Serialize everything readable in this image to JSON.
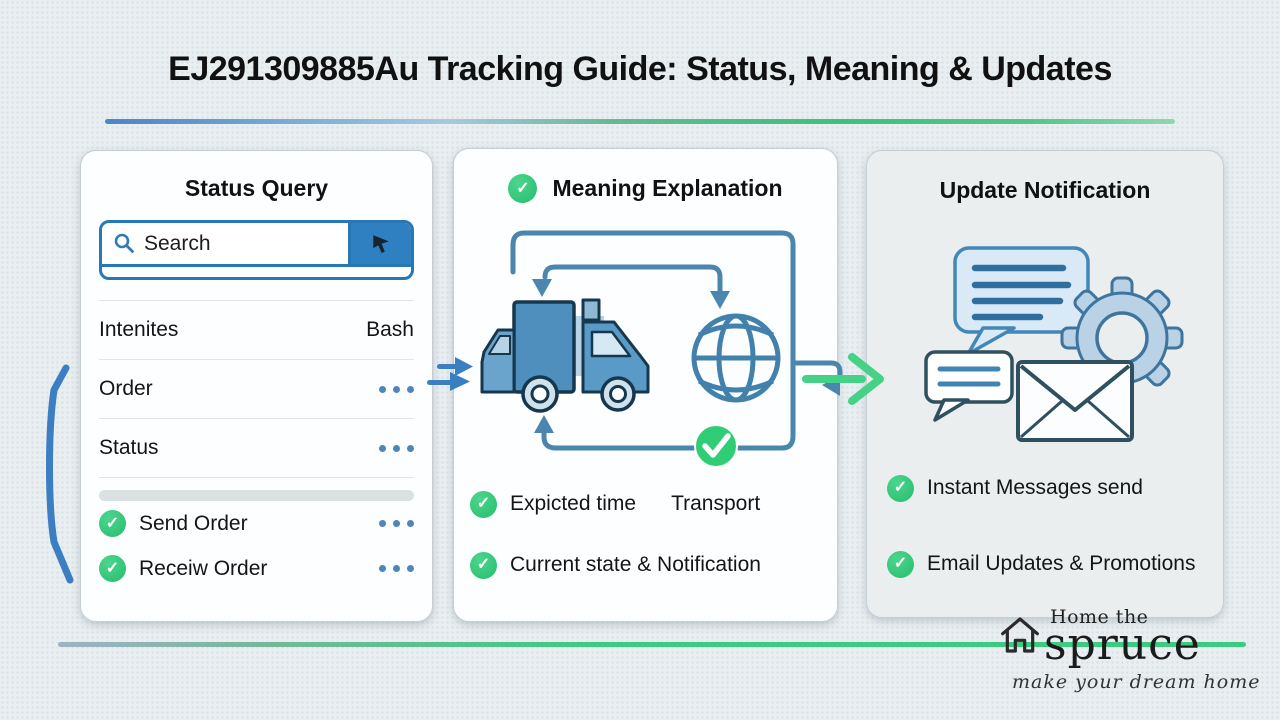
{
  "page": {
    "title": "EJ291309885Au Tracking Guide: Status, Meaning & Updates"
  },
  "colors": {
    "accent_blue": "#2e7bb5",
    "steel_blue": "#4a86ad",
    "check_green": "#2fc975",
    "arrow_green": "#45d287",
    "top_divider": [
      "#4a85c6",
      "#52c48c"
    ],
    "bottom_divider": [
      "#9fb3c2",
      "#3ecb81"
    ]
  },
  "status_query": {
    "title": "Status Query",
    "search_placeholder": "Search",
    "rows": [
      {
        "label": "Intenites",
        "value": "Bash"
      },
      {
        "label": "Order"
      },
      {
        "label": "Status"
      }
    ],
    "checked_rows": [
      {
        "label": "Send Order"
      },
      {
        "label": "Receiw Order"
      }
    ]
  },
  "meaning_explanation": {
    "title": "Meaning Explanation",
    "items": [
      {
        "label": "Expicted time",
        "label_secondary": "Transport"
      },
      {
        "label": "Current state & Notification"
      }
    ]
  },
  "update_notification": {
    "title": "Update Notification",
    "items": [
      {
        "label": "Instant Messages send"
      },
      {
        "label": "Email Updates & Promotions"
      }
    ]
  },
  "logo": {
    "prefix": "Home the",
    "brand": "spruce",
    "tagline": "make your dream home"
  },
  "icons": {
    "search": "magnifier",
    "cursor": "mouse-pointer",
    "check": "checkmark-circle",
    "ellipsis": "three-dots",
    "truck": "delivery-truck",
    "globe": "globe-grid",
    "chat": "speech-bubbles",
    "gear": "settings-gear",
    "envelope": "mail-envelope",
    "house": "home-outline"
  }
}
